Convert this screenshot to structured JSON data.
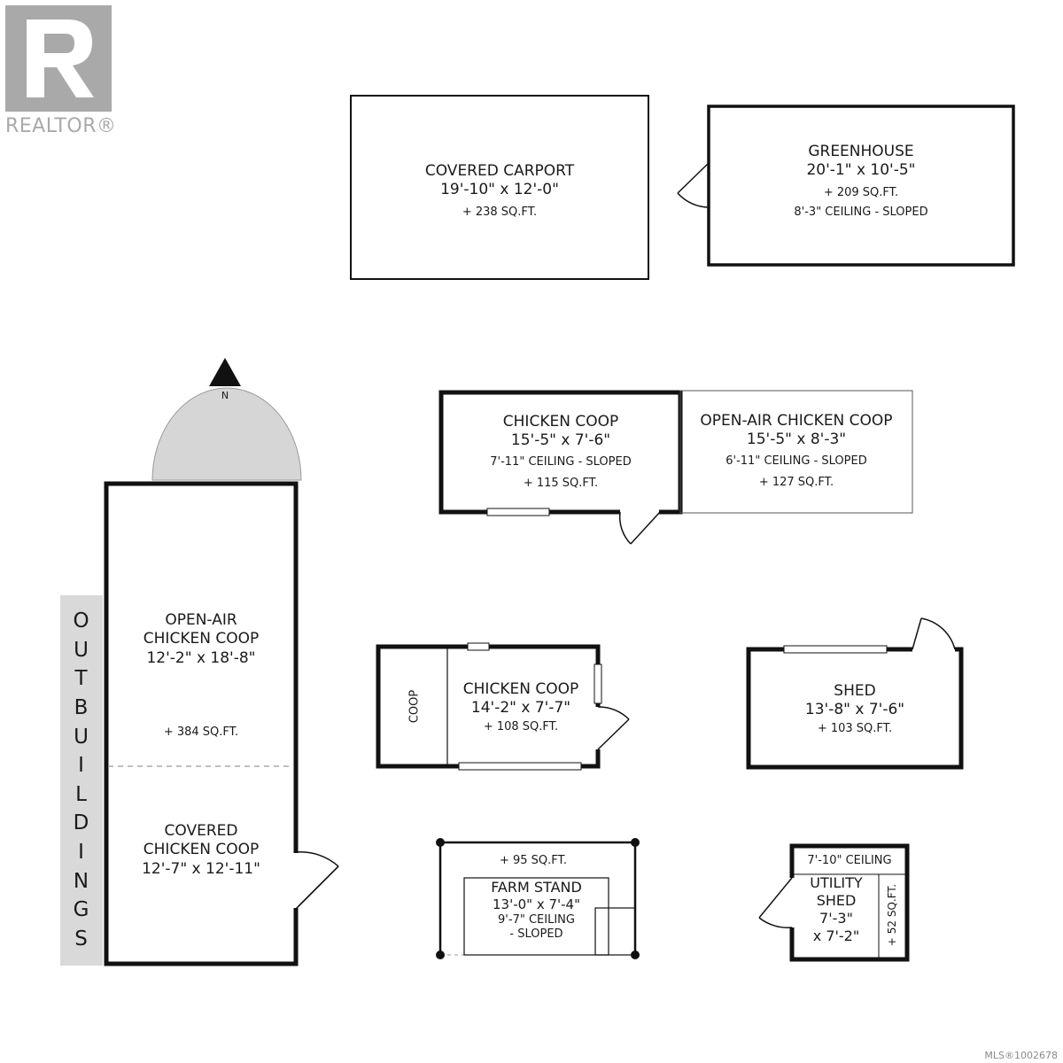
{
  "logo": {
    "word": "REALTOR®"
  },
  "side_banner": {
    "letters": [
      "O",
      "U",
      "T",
      "B",
      "U",
      "I",
      "L",
      "D",
      "I",
      "N",
      "G",
      "S"
    ]
  },
  "compass": {
    "label": "N"
  },
  "rooms": {
    "carport": {
      "name": "COVERED CARPORT",
      "dims": "19'-10\" x 12'-0\"",
      "area": "+ 238 SQ.FT."
    },
    "greenhouse": {
      "name": "GREENHOUSE",
      "dims": "20'-1\" x 10'-5\"",
      "area": "+ 209 SQ.FT.",
      "ceiling": "8'-3\" CEILING - SLOPED"
    },
    "coop1": {
      "name": "CHICKEN COOP",
      "dims": "15'-5\" x 7'-6\"",
      "ceiling": "7'-11\" CEILING - SLOPED",
      "area": "+ 115 SQ.FT."
    },
    "openair1": {
      "name": "OPEN-AIR CHICKEN COOP",
      "dims": "15'-5\" x 8'-3\"",
      "ceiling": "6'-11\" CEILING - SLOPED",
      "area": "+ 127 SQ.FT."
    },
    "openair2": {
      "name_line1": "OPEN-AIR",
      "name_line2": "CHICKEN COOP",
      "dims": "12'-2\" x 18'-8\"",
      "area": "+ 384 SQ.FT."
    },
    "covered": {
      "name_line1": "COVERED",
      "name_line2": "CHICKEN COOP",
      "dims": "12'-7\" x 12'-11\""
    },
    "coop2": {
      "name": "CHICKEN COOP",
      "dims": "14'-2\" x 7'-7\"",
      "area": "+ 108 SQ.FT.",
      "sub": "COOP"
    },
    "shed": {
      "name": "SHED",
      "dims": "13'-8\" x 7'-6\"",
      "area": "+ 103 SQ.FT."
    },
    "farmstand": {
      "area": "+ 95 SQ.FT.",
      "name": "FARM STAND",
      "dims": "13'-0\" x 7'-4\"",
      "ceiling_line1": "9'-7\" CEILING",
      "ceiling_line2": "- SLOPED"
    },
    "utility": {
      "ceiling": "7'-10\" CEILING",
      "name_line1": "UTILITY",
      "name_line2": "SHED",
      "dims_line1": "7'-3\"",
      "dims_line2": "x 7'-2\"",
      "area": "+ 52 SQ.FT."
    }
  },
  "mls": "MLS®1002678"
}
